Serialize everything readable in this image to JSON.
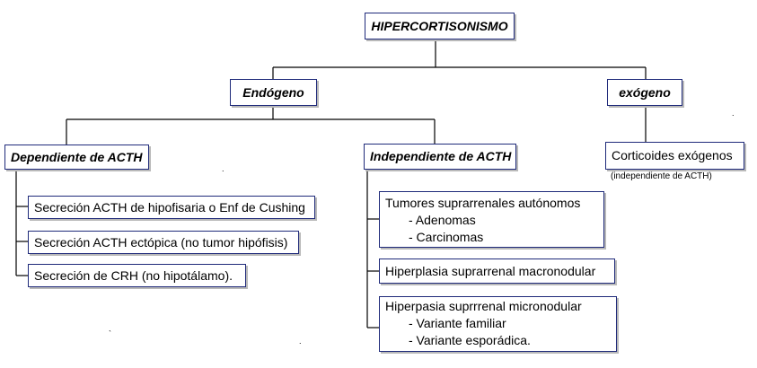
{
  "diagram": {
    "root": "HIPERCORTISONISMO",
    "endogeno": "Endógeno",
    "exogeno": "exógeno",
    "dependiente": {
      "title": "Dependiente de ACTH",
      "items": [
        "Secreción ACTH de hipofisaria o Enf de Cushing",
        "Secreción ACTH ectópica (no tumor hipófisis)",
        "Secreción de CRH  (no hipotálamo)."
      ]
    },
    "independiente": {
      "title": "Independiente de ACTH",
      "tumores": {
        "title": "Tumores suprarrenales autónomos",
        "sub": [
          "- Adenomas",
          "-  Carcinomas"
        ]
      },
      "macronodular": "Hiperplasia suprarrenal macronodular",
      "micronodular": {
        "title": "Hiperpasia suprrrenal micronodular",
        "sub": [
          "- Variante  familiar",
          "- Variante esporádica."
        ]
      }
    },
    "corticoides": {
      "title": "Corticoides exógenos",
      "note": "(independiente de ACTH)"
    }
  },
  "colors": {
    "border": "#1f2a7a",
    "line": "#000000",
    "shadow": "#b9b9b9"
  }
}
